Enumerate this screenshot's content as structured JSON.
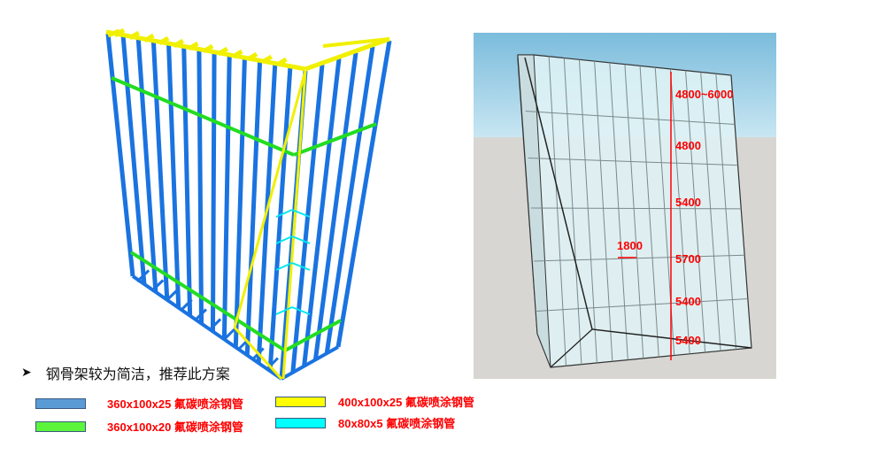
{
  "bullet": {
    "text": "钢骨架较为简洁，推荐此方案"
  },
  "legend": [
    {
      "label": "360x100x25 氟碳喷涂钢管",
      "color": "#5b9bd5"
    },
    {
      "label": "360x100x20 氟碳喷涂钢管",
      "color": "#5cf53c"
    },
    {
      "label": "400x100x25 氟碳喷涂钢管",
      "color": "#ffff00"
    },
    {
      "label": "80x80x5 氟碳喷涂钢管",
      "color": "#00ffff"
    }
  ],
  "dimensions": {
    "top": "4800~6000",
    "d2": "4800",
    "d3": "5400",
    "d4": "5700",
    "d5": "5400",
    "d6": "5400",
    "spacing": "1800"
  }
}
